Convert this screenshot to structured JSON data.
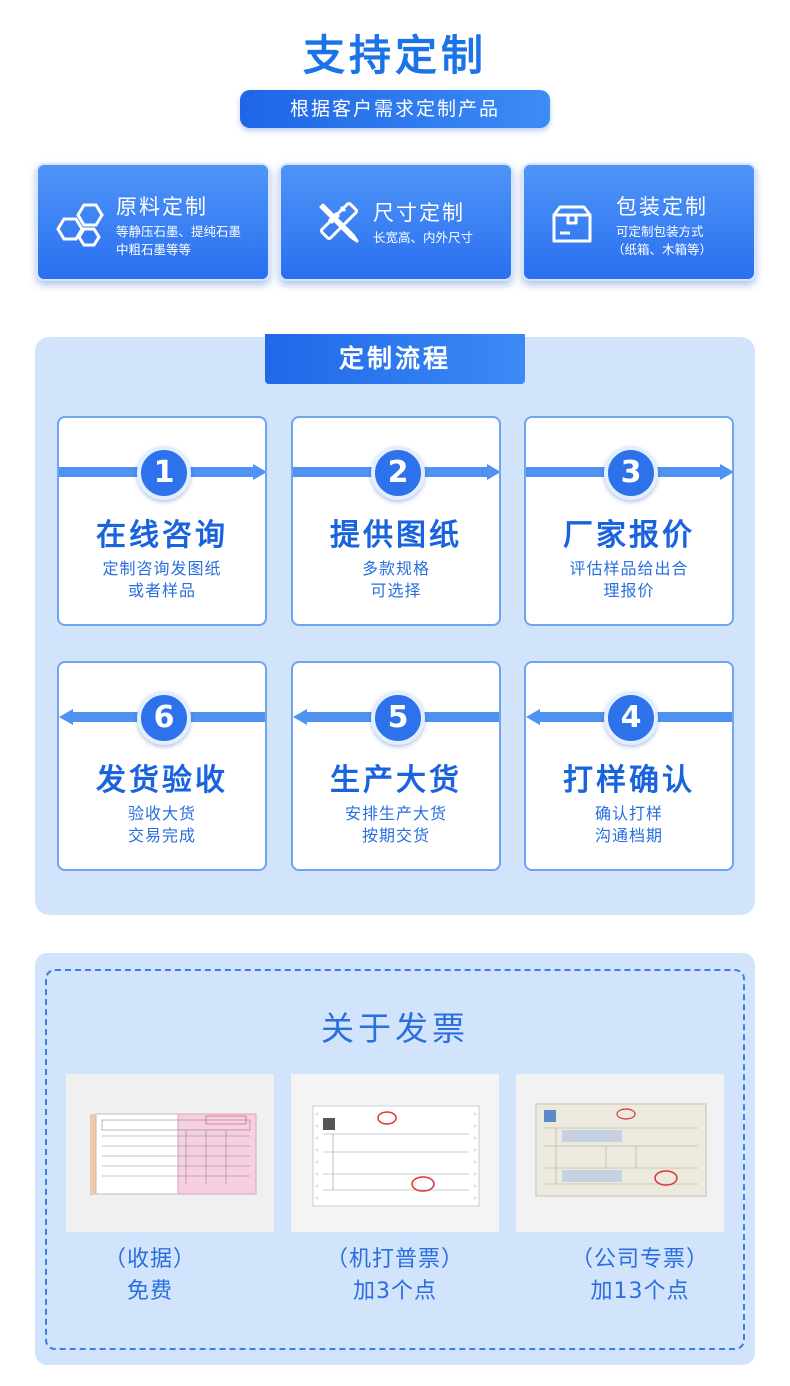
{
  "header": {
    "title": "支持定制",
    "subtitle": "根据客户需求定制产品"
  },
  "custom_cards": [
    {
      "icon": "hexagon-molecule-icon",
      "title": "原料定制",
      "desc_line1": "等静压石墨、提纯石墨",
      "desc_line2": "中粗石墨等等"
    },
    {
      "icon": "ruler-pencil-icon",
      "title": "尺寸定制",
      "desc_line1": "长宽高、内外尺寸",
      "desc_line2": ""
    },
    {
      "icon": "package-box-icon",
      "title": "包装定制",
      "desc_line1": "可定制包装方式",
      "desc_line2": "（纸箱、木箱等）"
    }
  ],
  "process": {
    "title": "定制流程",
    "steps": [
      {
        "num": "1",
        "title": "在线咨询",
        "line1": "定制咨询发图纸",
        "line2": "或者样品"
      },
      {
        "num": "2",
        "title": "提供图纸",
        "line1": "多款规格",
        "line2": "可选择"
      },
      {
        "num": "3",
        "title": "厂家报价",
        "line1": "评估样品给出合",
        "line2": "理报价"
      },
      {
        "num": "6",
        "title": "发货验收",
        "line1": "验收大货",
        "line2": "交易完成"
      },
      {
        "num": "5",
        "title": "生产大货",
        "line1": "安排生产大货",
        "line2": "按期交货"
      },
      {
        "num": "4",
        "title": "打样确认",
        "line1": "确认打样",
        "line2": "沟通档期"
      }
    ]
  },
  "invoice": {
    "title": "关于发票",
    "items": [
      {
        "label1": "（收据）",
        "label2": "免费"
      },
      {
        "label1": "（机打普票）",
        "label2": "加3个点"
      },
      {
        "label1": "（公司专票）",
        "label2": "加13个点"
      }
    ]
  },
  "colors": {
    "primary": "#1a73e8",
    "panel": "#d2e4fb",
    "card_top": "#4f95f7",
    "card_bottom": "#2a6ff0"
  }
}
